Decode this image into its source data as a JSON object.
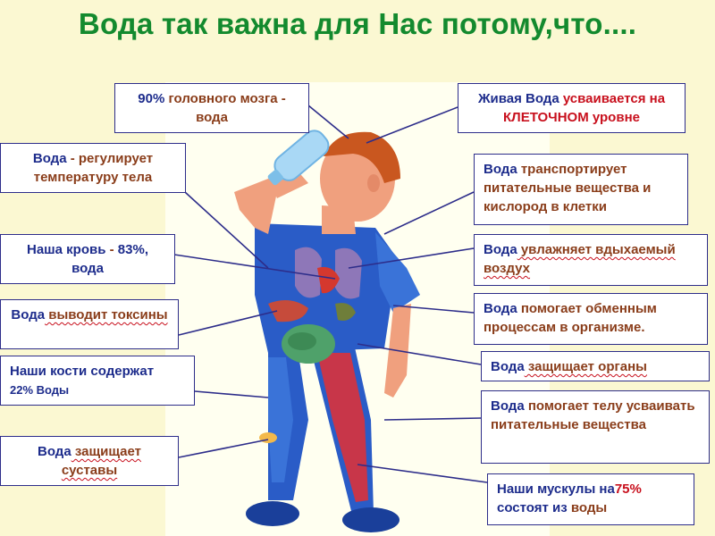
{
  "title": "Вода так важна для Нас потому,что....",
  "boxes": {
    "brain": {
      "pct": "90%",
      "rest": " головного мозга - вода"
    },
    "cell": {
      "p1": "Живая Вода",
      "p2": " усваивается на КЛЕТОЧНОМ уровне"
    },
    "temp": {
      "p1": "Вода",
      "p2": " - регулирует температуру тела"
    },
    "transport": {
      "p1": "Вода",
      "p2": " транспортирует питательные вещества и кислород в клетки"
    },
    "blood": {
      "p1": "Наша кровь",
      "p2": " - ",
      "pct": "83%",
      "p3": ", вода"
    },
    "humid": {
      "p1": "Вода",
      "p2": " увлажняет вдыхаемый воздух"
    },
    "toxins": {
      "p1": "Вода",
      "p2": " выводит токсины"
    },
    "metab": {
      "p1": "Вода",
      "p2": " помогает обменным процессам в организме."
    },
    "bones": {
      "p1": "Наши кости содержат",
      "pct": "22%",
      "p2": " Воды"
    },
    "organs": {
      "p1": "Вода",
      "p2": " защищает органы"
    },
    "absorb": {
      "p1": "Вода",
      "p2": " помогает телу усваивать питательные вещества"
    },
    "joints": {
      "p1": "Вода",
      "p2": " защищает суставы"
    },
    "muscles": {
      "p1": "Наши мускулы на",
      "pct": "75%",
      "p2": " состоят из",
      "p3": " воды"
    }
  }
}
